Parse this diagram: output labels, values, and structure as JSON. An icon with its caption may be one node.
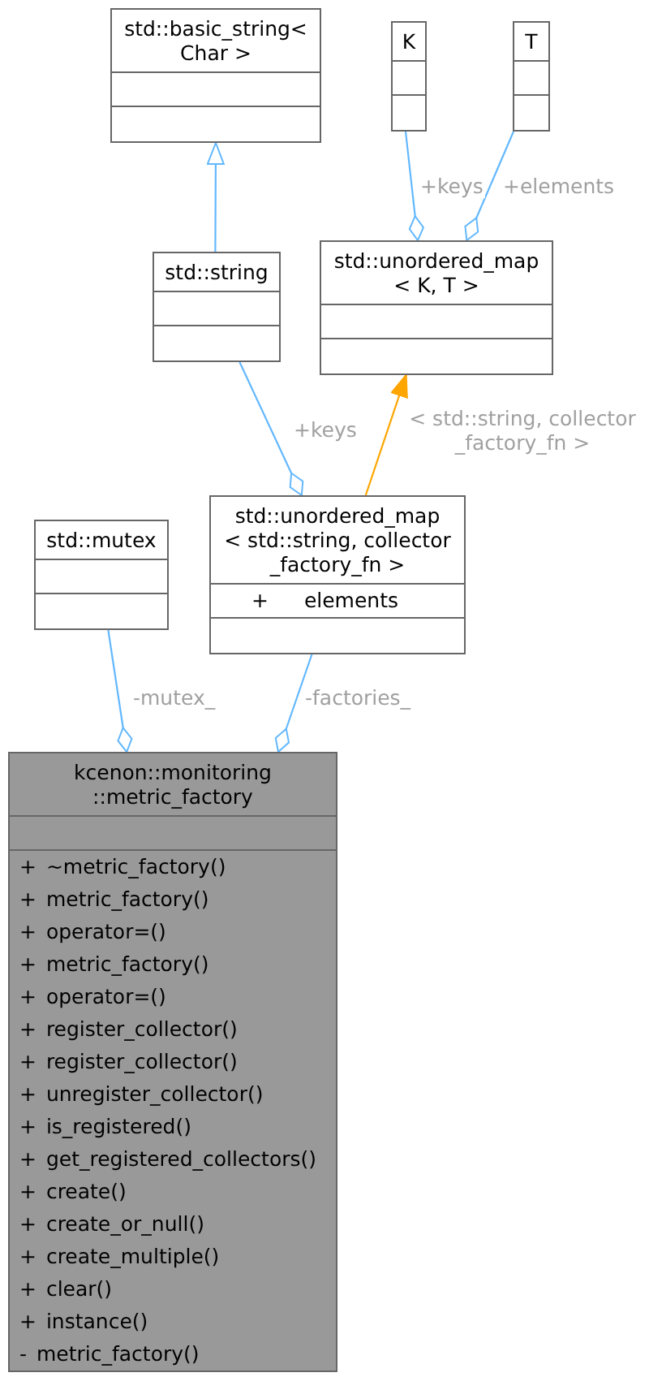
{
  "diagram": {
    "nodes": [
      {
        "text": [
          "std::basic_string< Char >"
        ]
      },
      {
        "text": [
          "K"
        ]
      },
      {
        "text": [
          "T"
        ]
      },
      {
        "text": [
          "std::string"
        ]
      },
      {
        "text": [
          "std::unordered_map < K, T >"
        ]
      },
      {
        "text": [
          "std::mutex"
        ]
      },
      {
        "text": [
          "std::unordered_map < std::string, collector _factory_fn >",
          "+ elements"
        ]
      },
      {
        "text": [
          "kcenon::monitoring ::metric_factory",
          "+ ~metric_factory()",
          "+ metric_factory()",
          "+ operator=()",
          "+ metric_factory()",
          "+ operator=()",
          "+ register_collector()",
          "+ register_collector()",
          "+ unregister_collector()",
          "+ is_registered()",
          "+ get_registered_collectors()",
          "+ create()",
          "+ create_or_null()",
          "+ create_multiple()",
          "+ clear()",
          "+ instance()",
          "- metric_factory()"
        ]
      }
    ],
    "edges": [
      {
        "from": 3,
        "to": 0,
        "arrow": "to"
      },
      {
        "from": 1,
        "to": 4,
        "arrow": "other",
        "label": "+keys"
      },
      {
        "from": 2,
        "to": 4,
        "arrow": "other",
        "label": "+elements"
      },
      {
        "from": 3,
        "to": 6,
        "arrow": "other",
        "label": "+keys"
      },
      {
        "from": 6,
        "to": 4,
        "arrow": "to",
        "label": "< std::string, collector _factory_fn >",
        "color": "#ffa500"
      },
      {
        "from": 5,
        "to": 7,
        "arrow": "other",
        "label": "-mutex_"
      },
      {
        "from": 6,
        "to": 7,
        "arrow": "other",
        "label": "-factories_"
      }
    ]
  }
}
